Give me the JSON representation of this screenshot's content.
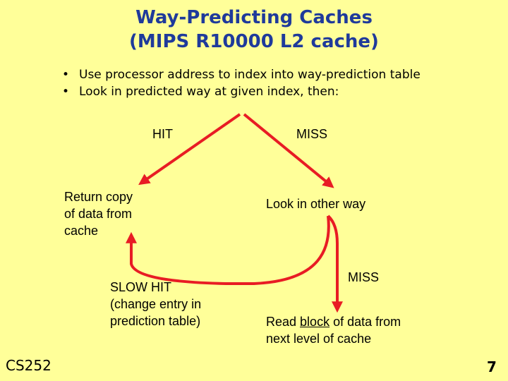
{
  "title": {
    "line1": "Way-Predicting Caches",
    "line2": "(MIPS R10000 L2 cache)"
  },
  "bullets": [
    "Use processor address to index into way-prediction table",
    "Look in predicted way at given index, then:"
  ],
  "diagram": {
    "hit_label": "HIT",
    "miss_label": "MISS",
    "return_copy": [
      "Return copy",
      "of data from",
      "cache"
    ],
    "look_other_way": "Look in other way",
    "slow_hit": [
      "SLOW HIT",
      "(change entry in",
      "prediction table)"
    ],
    "miss2_label": "MISS",
    "read_block": {
      "pre": "Read ",
      "underlined": "block",
      "post": " of data from",
      "line2": "next level of cache"
    }
  },
  "footer": {
    "course": "CS252",
    "page": "7"
  },
  "colors": {
    "title": "#1f3a9b",
    "arrow": "#e81c24",
    "background": "#ffff99"
  }
}
